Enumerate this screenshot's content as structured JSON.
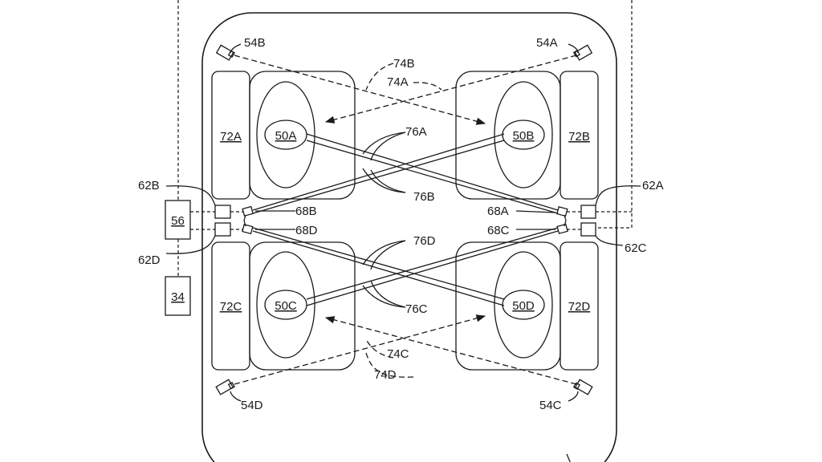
{
  "diagram": {
    "labels": {
      "l54A": "54A",
      "l54B": "54B",
      "l54C": "54C",
      "l54D": "54D",
      "l74A": "74A",
      "l74B": "74B",
      "l74C": "74C",
      "l74D": "74D",
      "l76A": "76A",
      "l76B": "76B",
      "l76C": "76C",
      "l76D": "76D",
      "l62A": "62A",
      "l62B": "62B",
      "l62C": "62C",
      "l62D": "62D",
      "l68A": "68A",
      "l68B": "68B",
      "l68C": "68C",
      "l68D": "68D"
    },
    "boxes": {
      "b56": "56",
      "b34": "34",
      "b72A": "72A",
      "b72B": "72B",
      "b72C": "72C",
      "b72D": "72D",
      "b50A": "50A",
      "b50B": "50B",
      "b50C": "50C",
      "b50D": "50D"
    }
  }
}
